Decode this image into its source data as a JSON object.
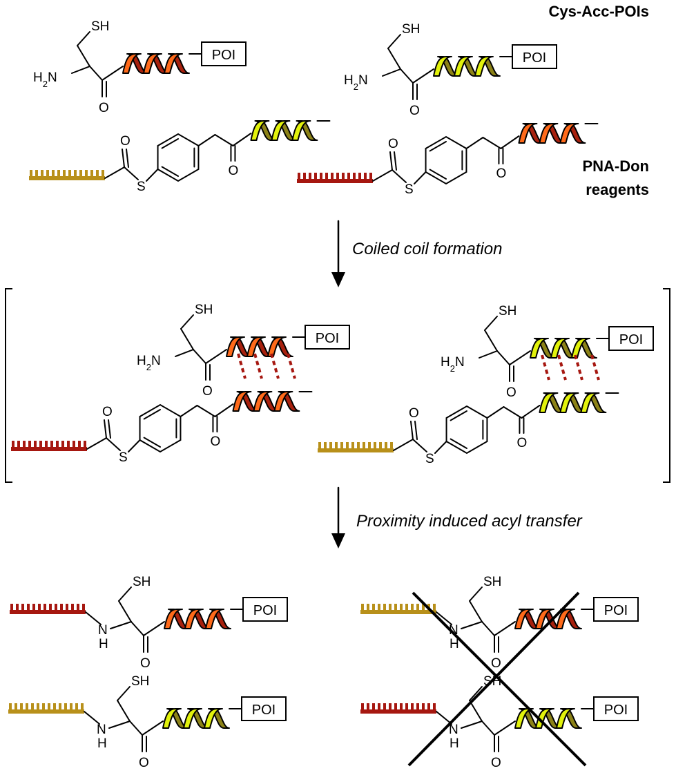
{
  "headings": {
    "acceptors": "Cys-Acc-POIs",
    "donors_line1": "PNA-Don",
    "donors_line2": "reagents"
  },
  "steps": {
    "step1": "Coiled coil formation",
    "step2": "Proximity induced acyl transfer"
  },
  "labels": {
    "poi": "POI",
    "thiol": "SH",
    "amine_prefix": "H",
    "amine_sub": "2",
    "amine_suffix": "N",
    "carbonyl_o": "O",
    "thioester_s": "S",
    "amide_n": "N",
    "amide_h": "H"
  },
  "colors": {
    "red_coil_light": "#ff6a1a",
    "red_coil_dark": "#a8210e",
    "yellow_coil_light": "#e2f20c",
    "yellow_coil_dark": "#8c8217",
    "pna_red": "#a61710",
    "pna_gold": "#b8901a",
    "interaction_dash": "#a61710"
  }
}
